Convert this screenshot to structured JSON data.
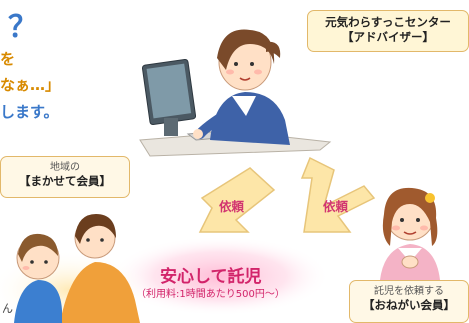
{
  "intro": {
    "question_mark": "？",
    "line1": "を",
    "line2": "なぁ…」",
    "line3": "します。"
  },
  "adviser_label": {
    "line1": "元気わらすっこセンター",
    "line2": "【アドバイザー】"
  },
  "makasete_label": {
    "line1": "地域の",
    "line2": "【まかせて会員】"
  },
  "onegai_label": {
    "line1": "託児を依頼する",
    "line2": "【おねがい会員】"
  },
  "requests": {
    "left": "依頼",
    "right": "依頼"
  },
  "center": {
    "main": "安心して託児",
    "sub": "（利用料:1時間あたり500円〜）"
  },
  "fragment": "ん",
  "colors": {
    "accent_blue": "#3a78c9",
    "accent_orange": "#d88a00",
    "accent_pink": "#d2246a",
    "arrow_fill": "#fde6a8",
    "label_bg": "#fff6d6"
  }
}
